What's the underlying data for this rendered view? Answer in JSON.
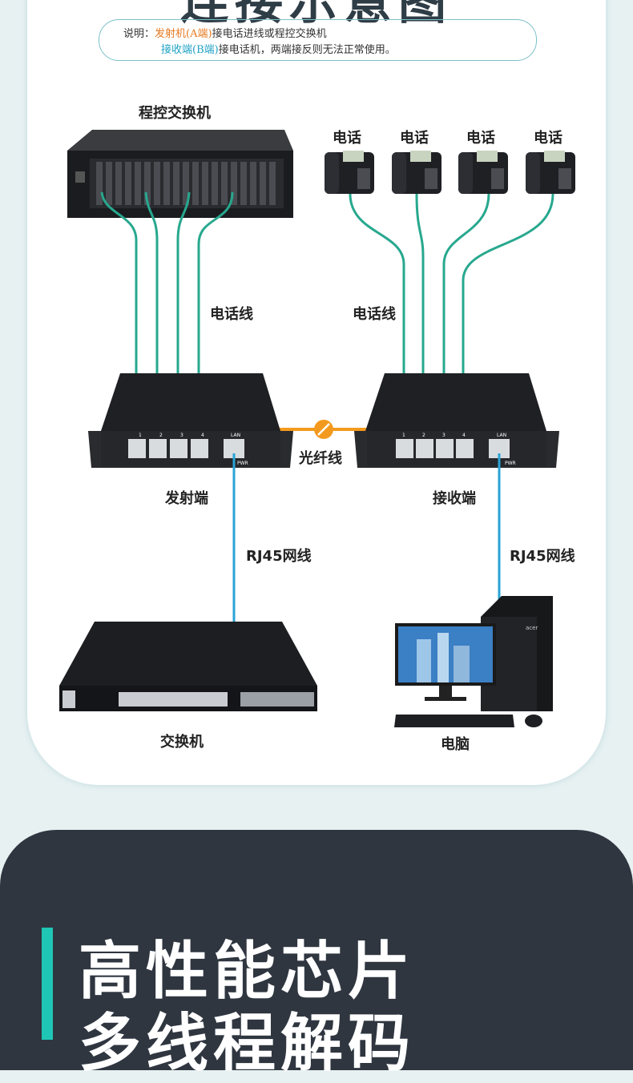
{
  "header": {
    "title": "连接示意图"
  },
  "note": {
    "prefix": "说明：",
    "line1_hl": "发射机(A端)",
    "line1_rest": "接电话进线或程控交换机",
    "line2_hl": "接收端(B端)",
    "line2_rest": "接电话机，两端接反则无法正常使用。"
  },
  "labels": {
    "pbx": "程控交换机",
    "phone": "电话",
    "phone_line_left": "电话线",
    "phone_line_right": "电话线",
    "fiber": "光纤线",
    "transmitter": "发射端",
    "receiver": "接收端",
    "rj45_left": "RJ45网线",
    "rj45_right": "RJ45网线",
    "switch": "交换机",
    "computer": "电脑"
  },
  "device": {
    "lan": "LAN",
    "pwr": "PWR",
    "ports": [
      "1",
      "2",
      "3",
      "4"
    ],
    "brand": "acer"
  },
  "colors": {
    "wire": "#27a88e",
    "lan_cable": "#2aa3d6",
    "fiber": "#f39a1e",
    "accent": "#1fc6b5",
    "dark_bg": "#2f3640"
  },
  "feature": {
    "line1": "高性能芯片",
    "line2": "多线程解码"
  }
}
